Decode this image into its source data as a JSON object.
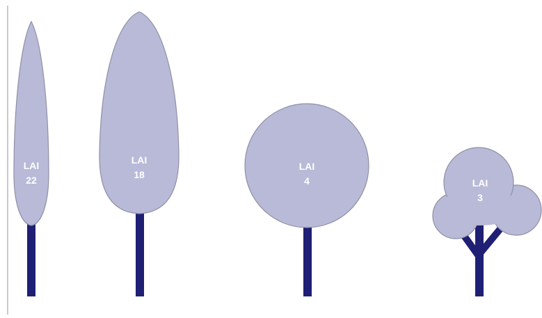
{
  "colors": {
    "background": "#ffffff",
    "crown_fill": "#b8bad7",
    "crown_stroke": "#8f8fa6",
    "trunk": "#1f1f74",
    "label_text": "#ffffff",
    "left_rule": "#c9c9c9"
  },
  "trees": [
    {
      "shape": "narrow-columnar",
      "label": "LAI",
      "value": "22"
    },
    {
      "shape": "ovate",
      "label": "LAI",
      "value": "18"
    },
    {
      "shape": "round",
      "label": "LAI",
      "value": "4"
    },
    {
      "shape": "spreading-multi-lobed",
      "label": "LAI",
      "value": "3"
    }
  ]
}
